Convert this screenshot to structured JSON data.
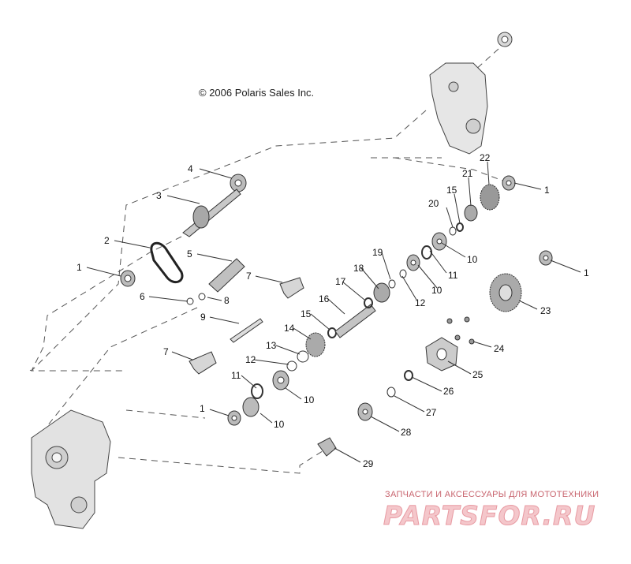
{
  "copyright": "© 2006 Polaris Sales Inc.",
  "watermark": {
    "tagline": "ЗАПЧАСТИ И АКСЕССУАРЫ ДЛЯ МОТОТЕХНИКИ",
    "logo": "PARTSFOR.RU"
  },
  "callouts": [
    {
      "id": "c1a",
      "label": "1"
    },
    {
      "id": "c1b",
      "label": "1"
    },
    {
      "id": "c1c",
      "label": "1"
    },
    {
      "id": "c1d",
      "label": "1"
    },
    {
      "id": "c2",
      "label": "2"
    },
    {
      "id": "c3",
      "label": "3"
    },
    {
      "id": "c4",
      "label": "4"
    },
    {
      "id": "c5",
      "label": "5"
    },
    {
      "id": "c6",
      "label": "6"
    },
    {
      "id": "c7a",
      "label": "7"
    },
    {
      "id": "c7b",
      "label": "7"
    },
    {
      "id": "c8",
      "label": "8"
    },
    {
      "id": "c9",
      "label": "9"
    },
    {
      "id": "c10a",
      "label": "10"
    },
    {
      "id": "c10b",
      "label": "10"
    },
    {
      "id": "c10c",
      "label": "10"
    },
    {
      "id": "c10d",
      "label": "10"
    },
    {
      "id": "c11a",
      "label": "11"
    },
    {
      "id": "c11b",
      "label": "11"
    },
    {
      "id": "c12a",
      "label": "12"
    },
    {
      "id": "c12b",
      "label": "12"
    },
    {
      "id": "c13",
      "label": "13"
    },
    {
      "id": "c14",
      "label": "14"
    },
    {
      "id": "c15a",
      "label": "15"
    },
    {
      "id": "c15b",
      "label": "15"
    },
    {
      "id": "c16",
      "label": "16"
    },
    {
      "id": "c17",
      "label": "17"
    },
    {
      "id": "c18",
      "label": "18"
    },
    {
      "id": "c19",
      "label": "19"
    },
    {
      "id": "c20",
      "label": "20"
    },
    {
      "id": "c21",
      "label": "21"
    },
    {
      "id": "c22",
      "label": "22"
    },
    {
      "id": "c23",
      "label": "23"
    },
    {
      "id": "c24",
      "label": "24"
    },
    {
      "id": "c25",
      "label": "25"
    },
    {
      "id": "c26",
      "label": "26"
    },
    {
      "id": "c27",
      "label": "27"
    },
    {
      "id": "c28",
      "label": "28"
    },
    {
      "id": "c29",
      "label": "29"
    }
  ]
}
